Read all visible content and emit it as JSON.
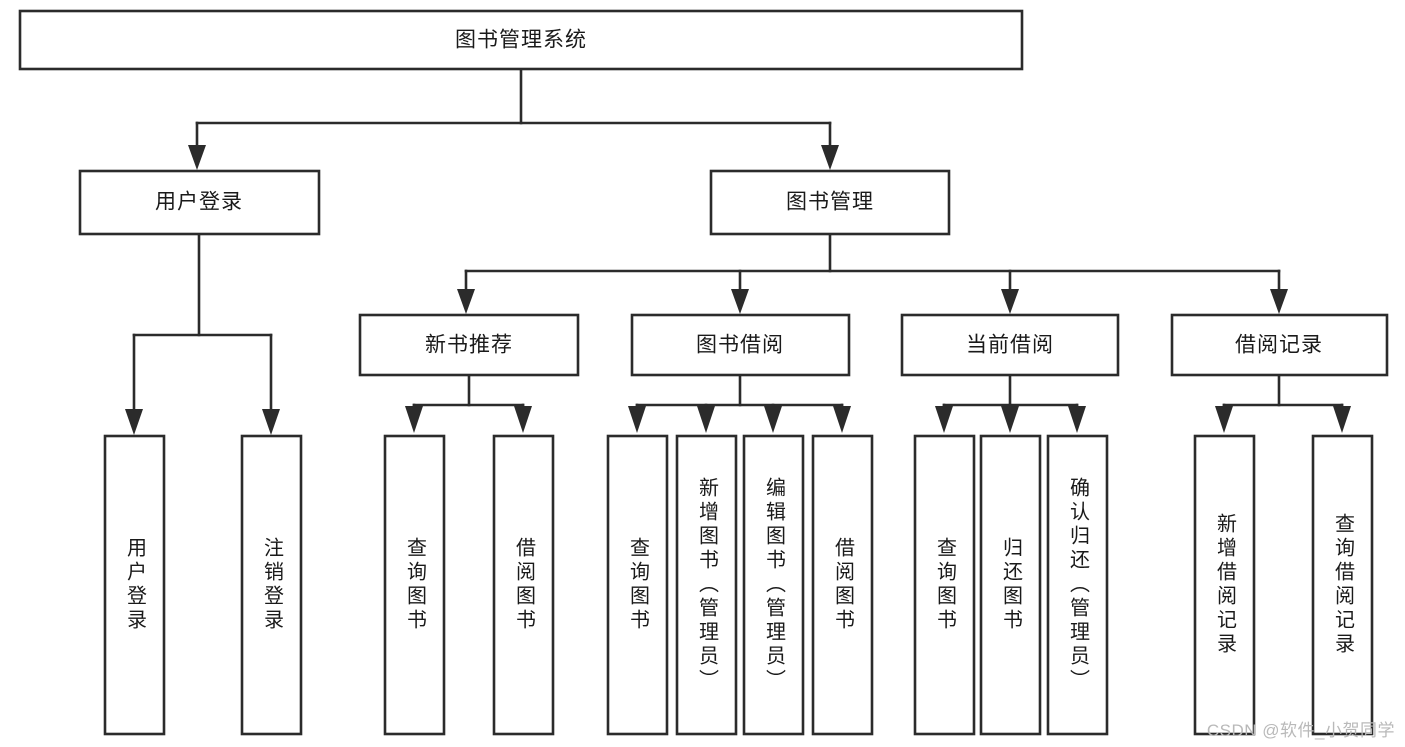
{
  "diagram": {
    "type": "tree-hierarchy-diagram",
    "title": "图书管理系统",
    "orientation": "top-down",
    "watermark": "CSDN @软件_小贺同学",
    "colors": {
      "box_fill": "#ffffff",
      "box_stroke": "#2b2b2b",
      "connector": "#2b2b2b",
      "text": "#1a1a1a",
      "watermark": "#b9b9b9",
      "background": "#ffffff"
    },
    "root": {
      "label": "图书管理系统",
      "level": 0
    },
    "level1": [
      {
        "label": "用户登录",
        "level": 1
      },
      {
        "label": "图书管理",
        "level": 1
      }
    ],
    "level2": [
      {
        "label": "新书推荐",
        "level": 2,
        "parent": "图书管理"
      },
      {
        "label": "图书借阅",
        "level": 2,
        "parent": "图书管理"
      },
      {
        "label": "当前借阅",
        "level": 2,
        "parent": "图书管理"
      },
      {
        "label": "借阅记录",
        "level": 2,
        "parent": "图书管理"
      }
    ],
    "leaves": {
      "user_login": [
        {
          "label": "用户登录"
        },
        {
          "label": "注销登录"
        }
      ],
      "new_book_recommend": [
        {
          "label": "查询图书"
        },
        {
          "label": "借阅图书"
        }
      ],
      "book_borrow": [
        {
          "label": "查询图书"
        },
        {
          "label": "新增图书（管理员）"
        },
        {
          "label": "编辑图书（管理员）"
        },
        {
          "label": "借阅图书"
        }
      ],
      "current_borrow": [
        {
          "label": "查询图书"
        },
        {
          "label": "归还图书"
        },
        {
          "label": "确认归还（管理员）"
        }
      ],
      "borrow_record": [
        {
          "label": "新增借阅记录"
        },
        {
          "label": "查询借阅记录"
        }
      ]
    }
  }
}
